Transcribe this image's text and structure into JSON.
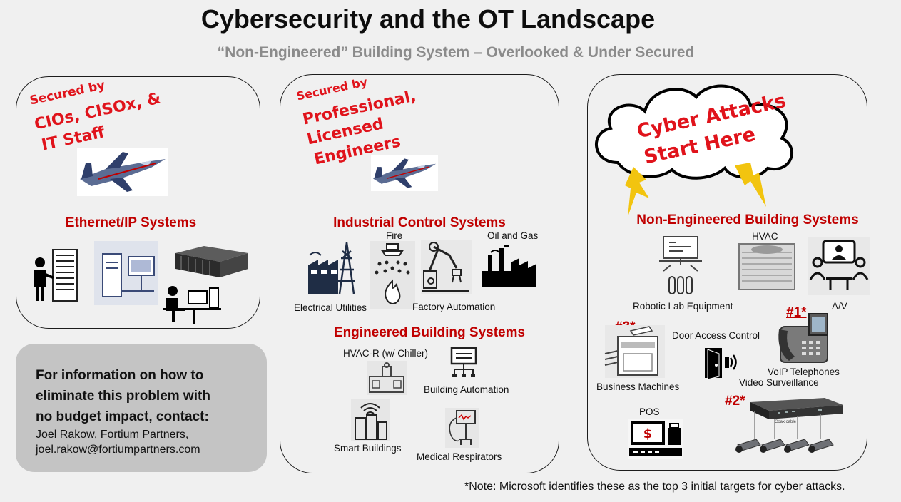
{
  "title": "Cybersecurity and the OT Landscape",
  "subtitle": "“Non-Engineered” Building System – Overlooked & Under Secured",
  "panel_it": {
    "secured_by": [
      "Secured by",
      "CIOs, CISOx, &",
      "IT Staff"
    ],
    "heading": "Ethernet/IP Systems"
  },
  "panel_ot": {
    "secured_by": [
      "Secured by",
      "Professional,",
      "Licensed",
      "Engineers"
    ],
    "ics_heading": "Industrial Control Systems",
    "ics_labels": {
      "fire": "Fire",
      "oil_gas": "Oil and Gas",
      "electrical": "Electrical Utilities",
      "factory": "Factory Automation"
    },
    "ebs_heading": "Engineered Building Systems",
    "ebs_labels": {
      "hvacr": "HVAC-R (w/ Chiller)",
      "bas": "Building Automation",
      "smart": "Smart Buildings",
      "medical": "Medical Respirators"
    }
  },
  "panel_nebs": {
    "cloud_text": [
      "Cyber Attacks",
      "Start Here"
    ],
    "heading": "Non-Engineered Building Systems",
    "labels": {
      "hvac": "HVAC",
      "lab": "Robotic Lab Equipment",
      "av": "A/V",
      "door": "Door Access Control",
      "business": "Business Machines",
      "voip": "VoIP Telephones",
      "video": "Video Surveillance",
      "pos": "POS",
      "coax": "Coax cable"
    },
    "targets": {
      "voip": "#1*",
      "video": "#2*",
      "business": "#3*"
    }
  },
  "info_box": {
    "bold_lines": [
      "For information on how to",
      "eliminate this problem with",
      "no budget impact, contact:"
    ],
    "contact_lines": [
      "Joel Rakow, Fortium Partners,",
      "joel.rakow@fortiumpartners.com"
    ]
  },
  "footnote": "*Note:  Microsoft identifies these as the top 3 initial targets for cyber attacks.",
  "colors": {
    "accent_red": "#c00000",
    "hand_red": "#e0131b",
    "bolt_yellow": "#f2c40f",
    "info_bg": "#c4c4c4",
    "subtitle_grey": "#8b8b8b"
  }
}
